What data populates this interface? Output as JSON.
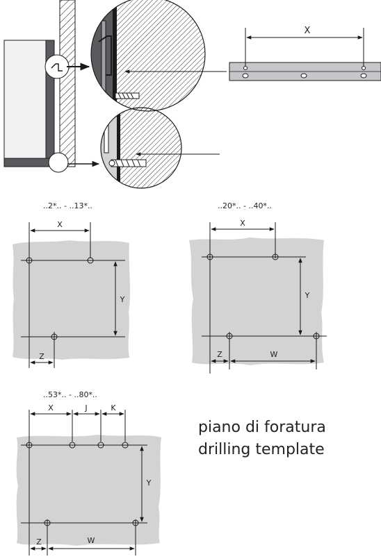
{
  "colors": {
    "line": "#1a1a1a",
    "wall_fill": "#9fa0a3",
    "panel_gray": "#d2d3d5",
    "dark_side": "#595b5e",
    "bracket": "#c4c6c9"
  },
  "top": {
    "bracket_dim": "X"
  },
  "layout_a": {
    "model_range": "..2*.. - ..13*..",
    "dims": [
      "X",
      "Y",
      "Z"
    ]
  },
  "layout_b": {
    "model_range": "..20*.. - ..40*..",
    "dims": [
      "X",
      "Y",
      "Z",
      "W"
    ]
  },
  "layout_c": {
    "model_range": "..53*.. - ..80*..",
    "dims": [
      "X",
      "J",
      "K",
      "Y",
      "Z",
      "W"
    ]
  },
  "caption": {
    "line1": "piano di foratura",
    "line2": "drilling template"
  }
}
